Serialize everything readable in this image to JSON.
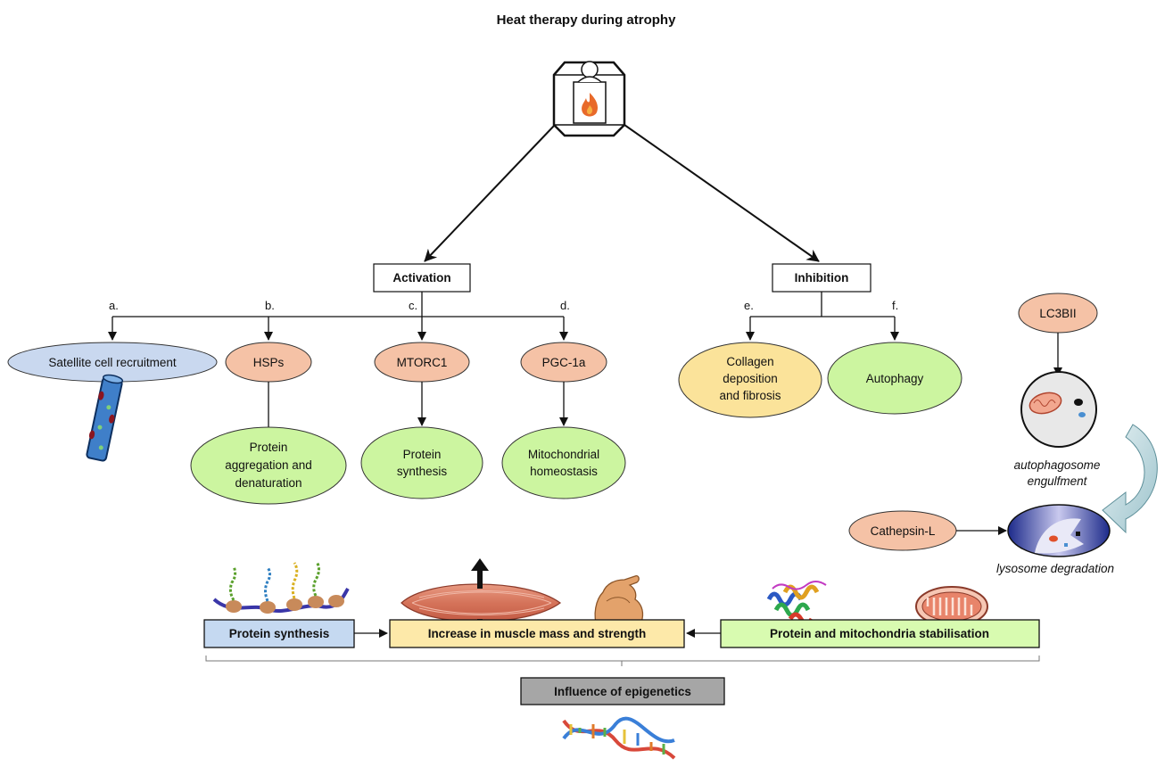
{
  "title": "Heat therapy during atrophy",
  "activation": "Activation",
  "inhibition": "Inhibition",
  "branch_letters": [
    "a.",
    "b.",
    "c.",
    "d.",
    "e.",
    "f."
  ],
  "nodes": {
    "satellite": "Satellite cell recruitment",
    "hsps": "HSPs",
    "mtorc1": "MTORC1",
    "pgc1a": "PGC-1a",
    "collagen": [
      "Collagen",
      "deposition",
      "and fibrosis"
    ],
    "autophagy": "Autophagy",
    "lc3bii": "LC3BII",
    "cathepsin": "Cathepsin-L"
  },
  "outcomes": {
    "protein_aggregation": [
      "Protein",
      "aggregation and",
      "denaturation"
    ],
    "protein_synthesis": [
      "Protein",
      "synthesis"
    ],
    "mito_homeostasis": [
      "Mitochondrial",
      "homeostasis"
    ]
  },
  "autophagy_steps": {
    "engulfment": [
      "autophagosome",
      "engulfment"
    ],
    "degradation": "lysosome degradation"
  },
  "bottom": {
    "protein_synthesis": "Protein synthesis",
    "increase": "Increase in muscle mass and strength",
    "stabilisation": "Protein and mitochondria stabilisation",
    "epigenetics": "Influence of epigenetics"
  },
  "colors": {
    "blue_ellipse": "#c9d8ef",
    "salmon": "#f5c2a6",
    "green": "#ccf5a0",
    "yellow": "#fbe39a",
    "blue_box": "#c5d9f1",
    "yellow_box": "#fde9a9",
    "green_box": "#d8fbb0",
    "grey_box": "#a6a6a6"
  }
}
